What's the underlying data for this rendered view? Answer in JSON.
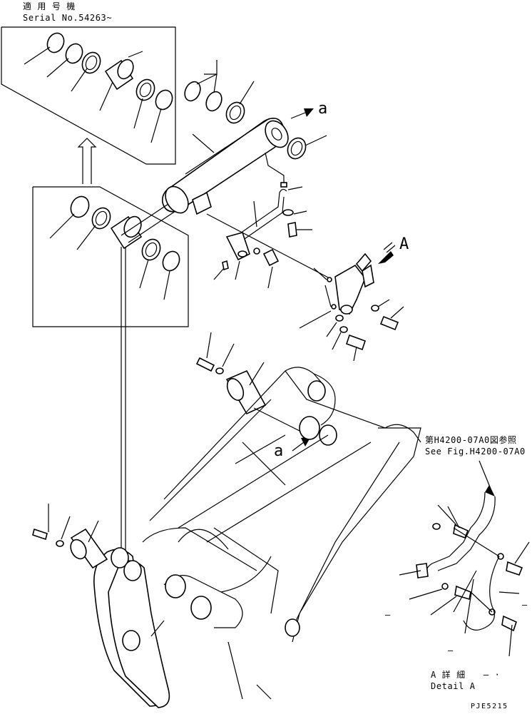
{
  "applicability": {
    "label_jp": "適 用 号 機",
    "serial": "Serial No.54263~"
  },
  "callouts": {
    "view_a": "A",
    "arrow_a_top": "a",
    "arrow_a_frame": "a"
  },
  "reference": {
    "jp": "第H4200-07A0図参照",
    "en": "See Fig.H4200-07A0"
  },
  "detail": {
    "jp": "A 詳 細",
    "en": "Detail A",
    "dashes1": "– ·",
    "dashes2": "– ·",
    "dashes3": "–",
    "dashes4": "–",
    "dashes5": "–"
  },
  "figure_code": "PJE5215"
}
